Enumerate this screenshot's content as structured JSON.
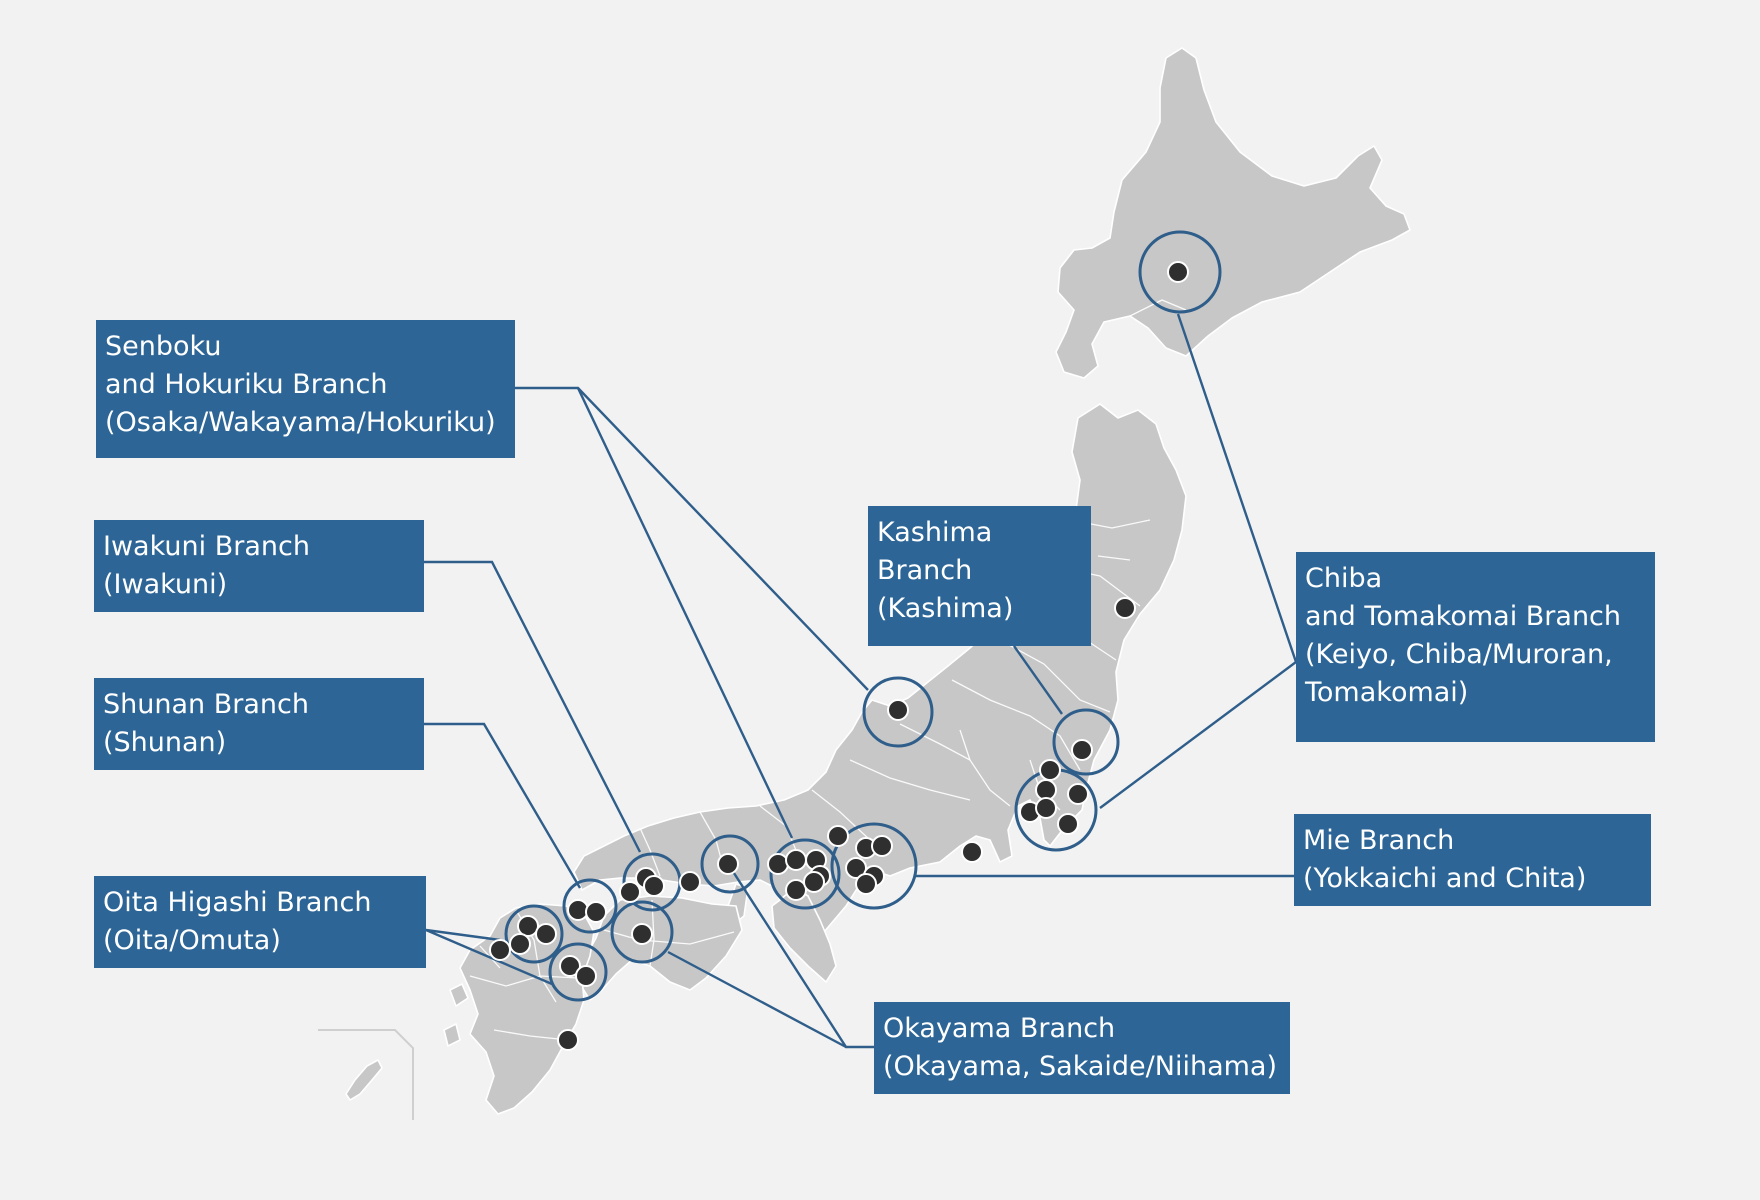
{
  "branches": {
    "senboku": {
      "lines": [
        "Senboku",
        "and Hokuriku Branch",
        "(Osaka/Wakayama/Hokuriku)"
      ]
    },
    "iwakuni": {
      "lines": [
        "Iwakuni Branch",
        "(Iwakuni)"
      ]
    },
    "shunan": {
      "lines": [
        "Shunan Branch",
        "(Shunan)"
      ]
    },
    "oita": {
      "lines": [
        "Oita Higashi Branch",
        "(Oita/Omuta)"
      ]
    },
    "kashima": {
      "lines": [
        "Kashima",
        "Branch",
        "(Kashima)"
      ]
    },
    "chiba": {
      "lines": [
        "Chiba",
        "and Tomakomai Branch",
        "(Keiyo, Chiba/Muroran,",
        "Tomakomai)"
      ]
    },
    "mie": {
      "lines": [
        "Mie Branch",
        "(Yokkaichi and Chita)"
      ]
    },
    "okayama": {
      "lines": [
        "Okayama Branch",
        "(Okayama, Sakaide/Niihama)"
      ]
    }
  },
  "colors": {
    "background": "#f2f2f2",
    "land": "#c7c7c7",
    "label_box": "#2c6596",
    "leader_line": "#2f5e8a",
    "site_dot": "#2f2f2f"
  },
  "icons": {
    "site": "site-dot-icon",
    "highlight": "highlight-ring-icon"
  }
}
